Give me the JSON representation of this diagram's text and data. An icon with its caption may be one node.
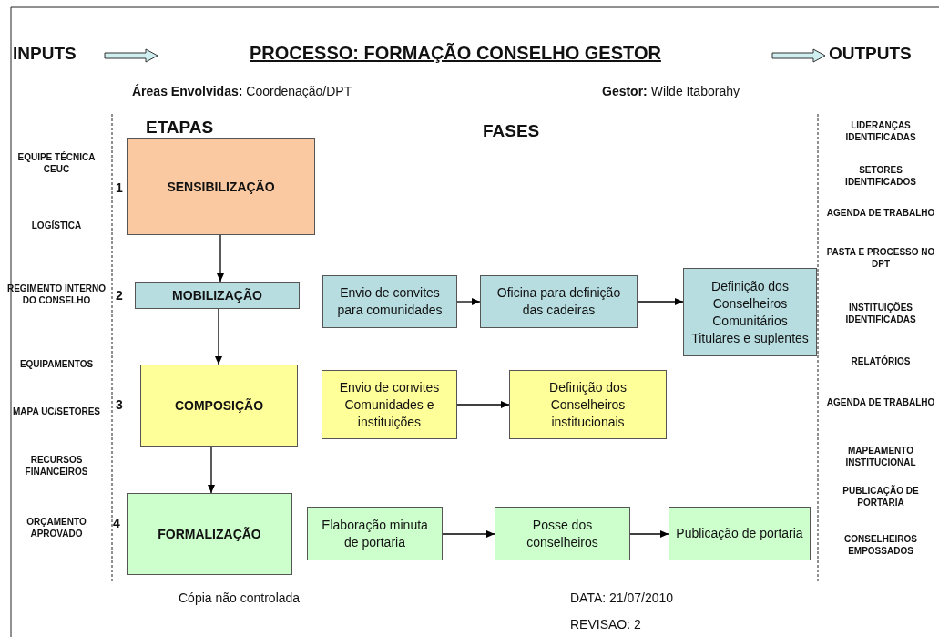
{
  "diagram": {
    "title": "PROCESSO: FORMAÇÃO CONSELHO GESTOR",
    "nodes": [
      {
        "text": [
          "SENSIBILIZAÇÃO"
        ],
        "beside": [
          "1"
        ]
      },
      {
        "text": [
          "MOBILIZAÇÃO"
        ],
        "beside": [
          "2"
        ]
      },
      {
        "text": [
          "Envio de convites para comunidades"
        ]
      },
      {
        "text": [
          "Oficina para definição das cadeiras"
        ]
      },
      {
        "text": [
          "Definição dos Conselheiros Comunitários Titulares e suplentes"
        ]
      },
      {
        "text": [
          "COMPOSIÇÃO"
        ],
        "beside": [
          "3"
        ]
      },
      {
        "text": [
          "Envio de convites Comunidades e instituições"
        ]
      },
      {
        "text": [
          "Definição dos Conselheiros institucionais"
        ]
      },
      {
        "text": [
          "FORMALIZAÇÃO"
        ],
        "beside": [
          "4"
        ]
      },
      {
        "text": [
          "Elaboração minuta de portaria"
        ]
      },
      {
        "text": [
          "Posse dos conselheiros"
        ]
      },
      {
        "text": [
          "Publicação de portaria"
        ]
      }
    ],
    "edges": [
      {
        "from": 0,
        "to": 1,
        "arrow": "to"
      },
      {
        "from": 1,
        "to": 5,
        "arrow": "to"
      },
      {
        "from": 5,
        "to": 8,
        "arrow": "to"
      },
      {
        "from": 2,
        "to": 3,
        "arrow": "to"
      },
      {
        "from": 3,
        "to": 4,
        "arrow": "to"
      },
      {
        "from": 6,
        "to": 7,
        "arrow": "to"
      },
      {
        "from": 9,
        "to": 10,
        "arrow": "to"
      },
      {
        "from": 10,
        "to": 11,
        "arrow": "to"
      }
    ],
    "labels": [
      "INPUTS",
      "OUTPUTS",
      "**Áreas Envolvidas:** Coordenação/DPT",
      "**Gestor:** Wilde Itaborahy",
      "ETAPAS",
      "FASES",
      "EQUIPE TÉCNICA CEUC",
      "LOGÍSTICA",
      "REGIMENTO INTERNO DO CONSELHO",
      "EQUIPAMENTOS",
      "MAPA UC/SETORES",
      "RECURSOS FINANCEIROS",
      "ORÇAMENTO APROVADO",
      "LIDERANÇAS IDENTIFICADAS",
      "SETORES IDENTIFICADOS",
      "AGENDA DE TRABALHO",
      "PASTA E PROCESSO NO DPT",
      "INSTITUIÇÕES IDENTIFICADAS",
      "RELATÓRIOS",
      "AGENDA DE TRABALHO",
      "MAPEAMENTO INSTITUCIONAL",
      "PUBLICAÇÃO DE PORTARIA",
      "CONSELHEIROS EMPOSSADOS",
      "Cópia não controlada",
      "DATA: 21/07/2010",
      "REVISAO: 2"
    ]
  }
}
